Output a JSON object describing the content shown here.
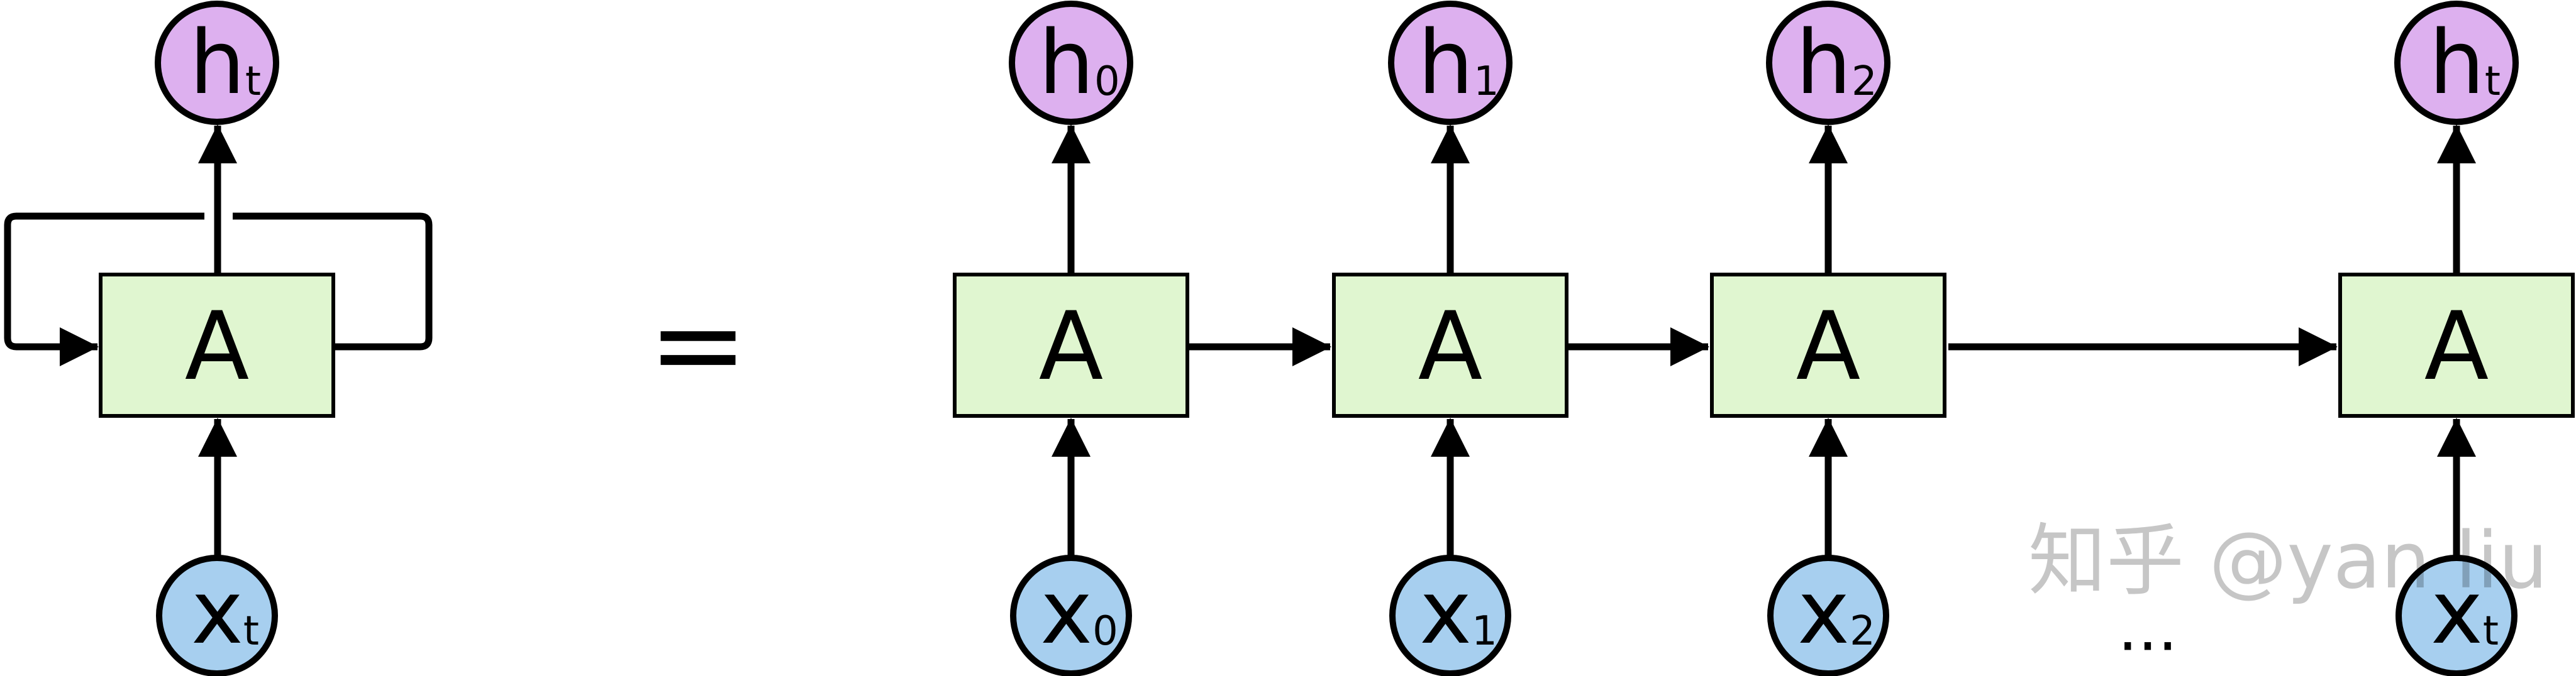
{
  "diagram": {
    "cell_label": "A",
    "hidden_letter": "h",
    "input_letter": "x",
    "equals_sign": "=",
    "ellipsis": "...",
    "watermark": "知乎 @yan liu",
    "folded": {
      "output_sub": "t",
      "input_sub": "t"
    },
    "steps": [
      {
        "output_sub": "0",
        "input_sub": "0"
      },
      {
        "output_sub": "1",
        "input_sub": "1"
      },
      {
        "output_sub": "2",
        "input_sub": "2"
      },
      {
        "output_sub": "t",
        "input_sub": "t"
      }
    ],
    "colors": {
      "cell_fill": "#e0f6d0",
      "hidden_fill": "#ddb0ef",
      "input_fill": "#a7cfef",
      "stroke": "#000000"
    }
  }
}
